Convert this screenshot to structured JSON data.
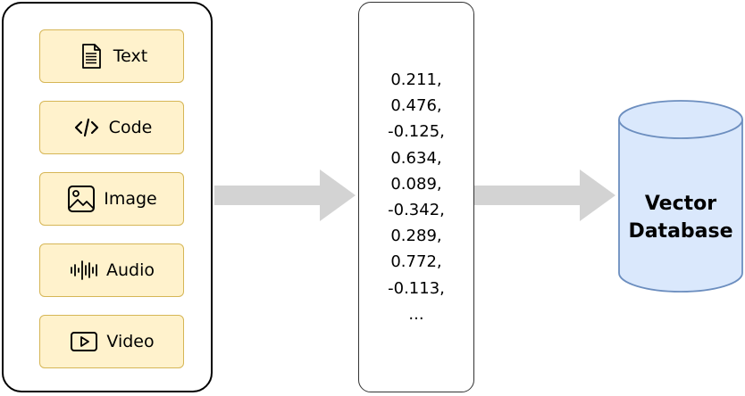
{
  "sources": {
    "items": [
      {
        "label": "Text",
        "icon": "document-icon"
      },
      {
        "label": "Code",
        "icon": "code-icon"
      },
      {
        "label": "Image",
        "icon": "image-icon"
      },
      {
        "label": "Audio",
        "icon": "audio-wave-icon"
      },
      {
        "label": "Video",
        "icon": "video-icon"
      }
    ]
  },
  "embedding": {
    "values": [
      "0.211,",
      "0.476,",
      "-0.125,",
      "0.634,",
      "0.089,",
      "-0.342,",
      "0.289,",
      "0.772,",
      "-0.113,",
      "..."
    ]
  },
  "database": {
    "line1": "Vector",
    "line2": "Database"
  },
  "colors": {
    "source_fill": "#fff2cc",
    "source_stroke": "#d6b656",
    "db_fill": "#dae8fc",
    "db_stroke": "#6c8ebf",
    "arrow": "#d3d3d3"
  }
}
